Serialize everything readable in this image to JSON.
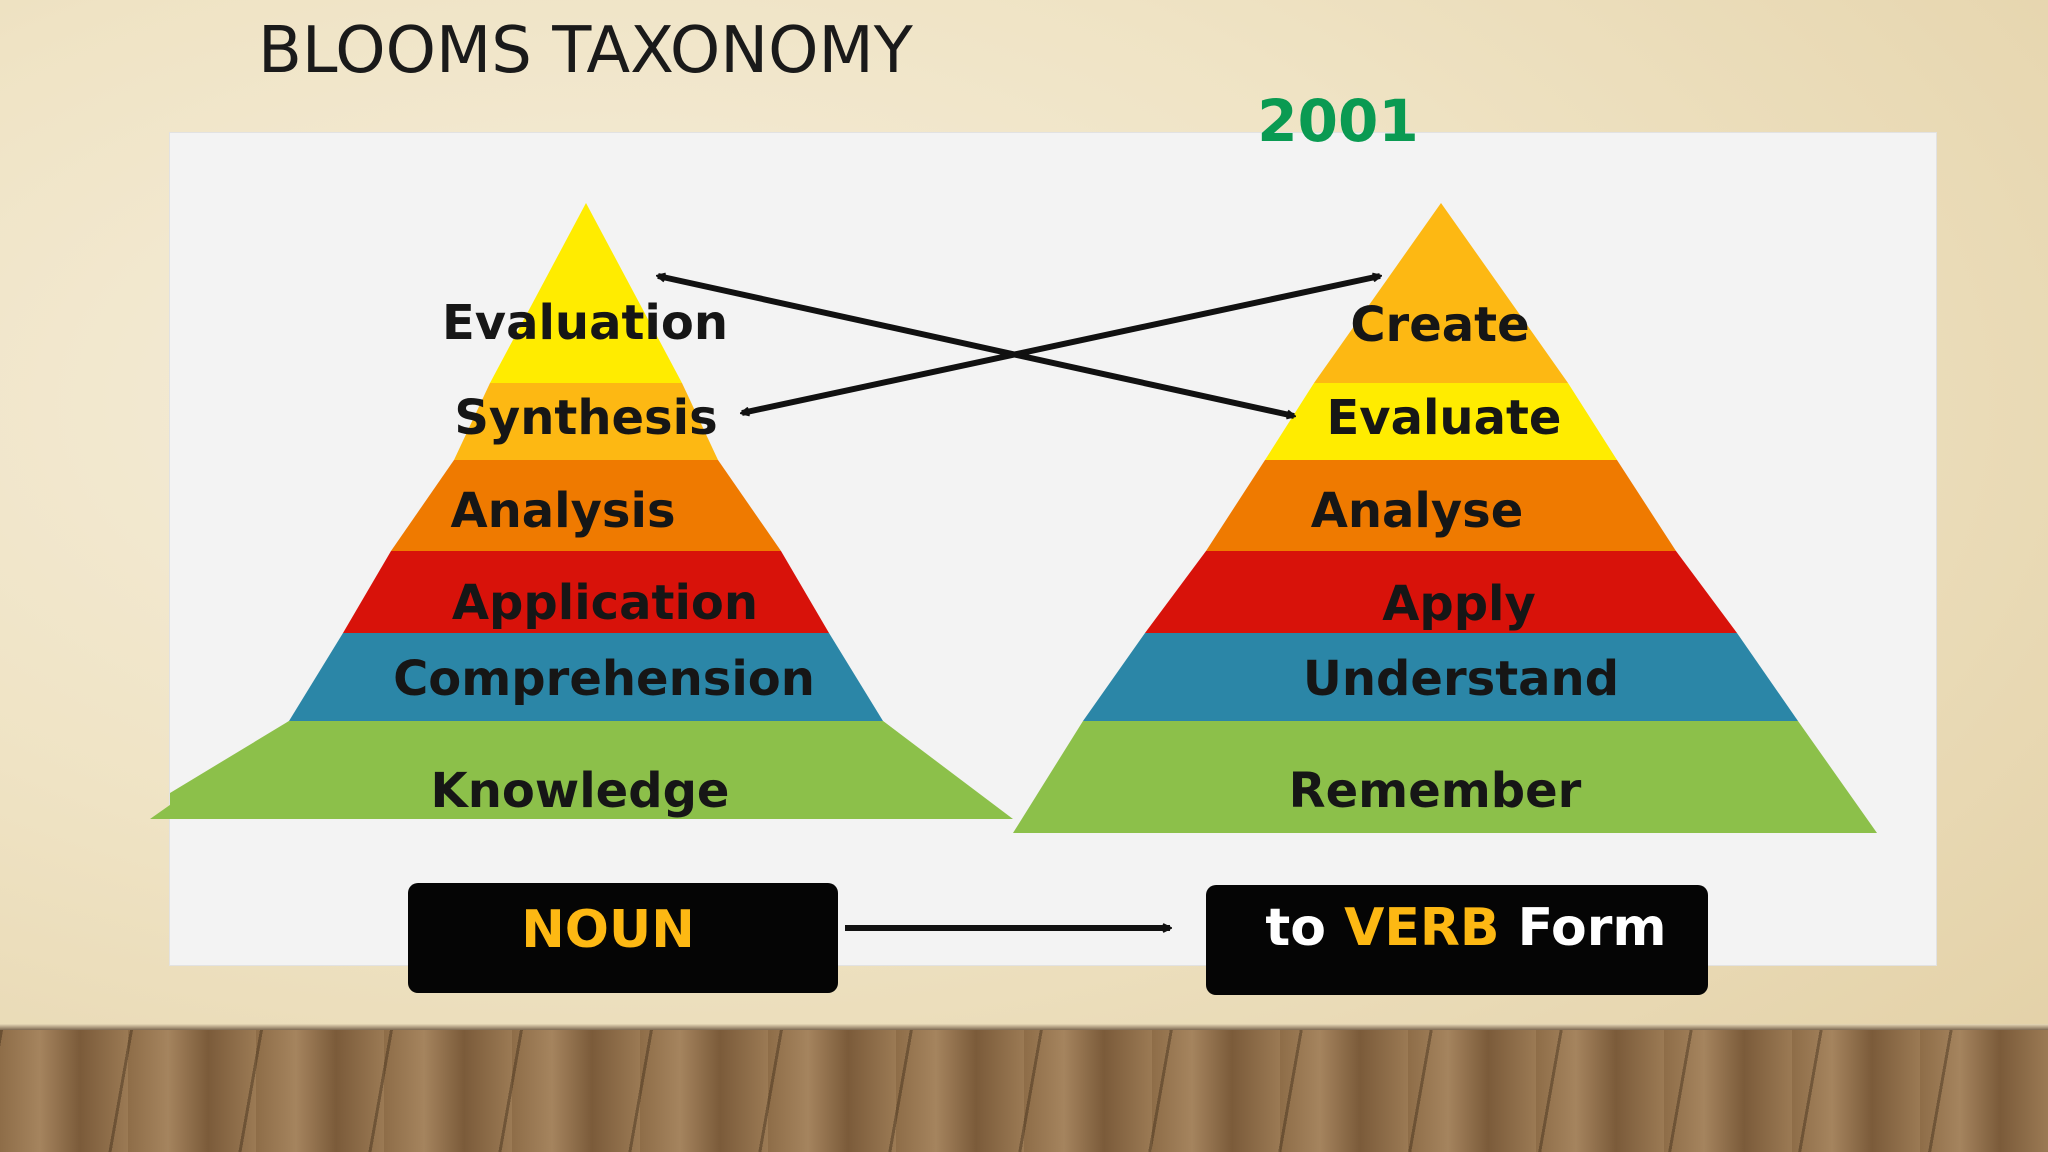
{
  "slide": {
    "title": "BLOOMS TAXONOMY"
  },
  "diagram": {
    "top_cropped_text": "2001",
    "old_levels": [
      {
        "label": "Evaluation",
        "color": "#ffec00"
      },
      {
        "label": "Synthesis",
        "color": "#fdb813"
      },
      {
        "label": "Analysis",
        "color": "#ef7a00"
      },
      {
        "label": "Application",
        "color": "#d8120a"
      },
      {
        "label": "Comprehension",
        "color": "#2b86a7"
      },
      {
        "label": "Knowledge",
        "color": "#8cc04a"
      }
    ],
    "new_levels": [
      {
        "label": "Create",
        "color": "#fdb813"
      },
      {
        "label": "Evaluate",
        "color": "#ffec00"
      },
      {
        "label": "Analyse",
        "color": "#ef7a00"
      },
      {
        "label": "Apply",
        "color": "#d8120a"
      },
      {
        "label": "Understand",
        "color": "#2b86a7"
      },
      {
        "label": "Remember",
        "color": "#8cc04a"
      }
    ],
    "noun_box": {
      "label": "NOUN",
      "text_color": "#fdb813"
    },
    "verb_box": {
      "prefix": "to ",
      "highlight": "VERB",
      "suffix": " Form",
      "highlight_color": "#fdb813",
      "text_color": "#ffffff"
    }
  }
}
